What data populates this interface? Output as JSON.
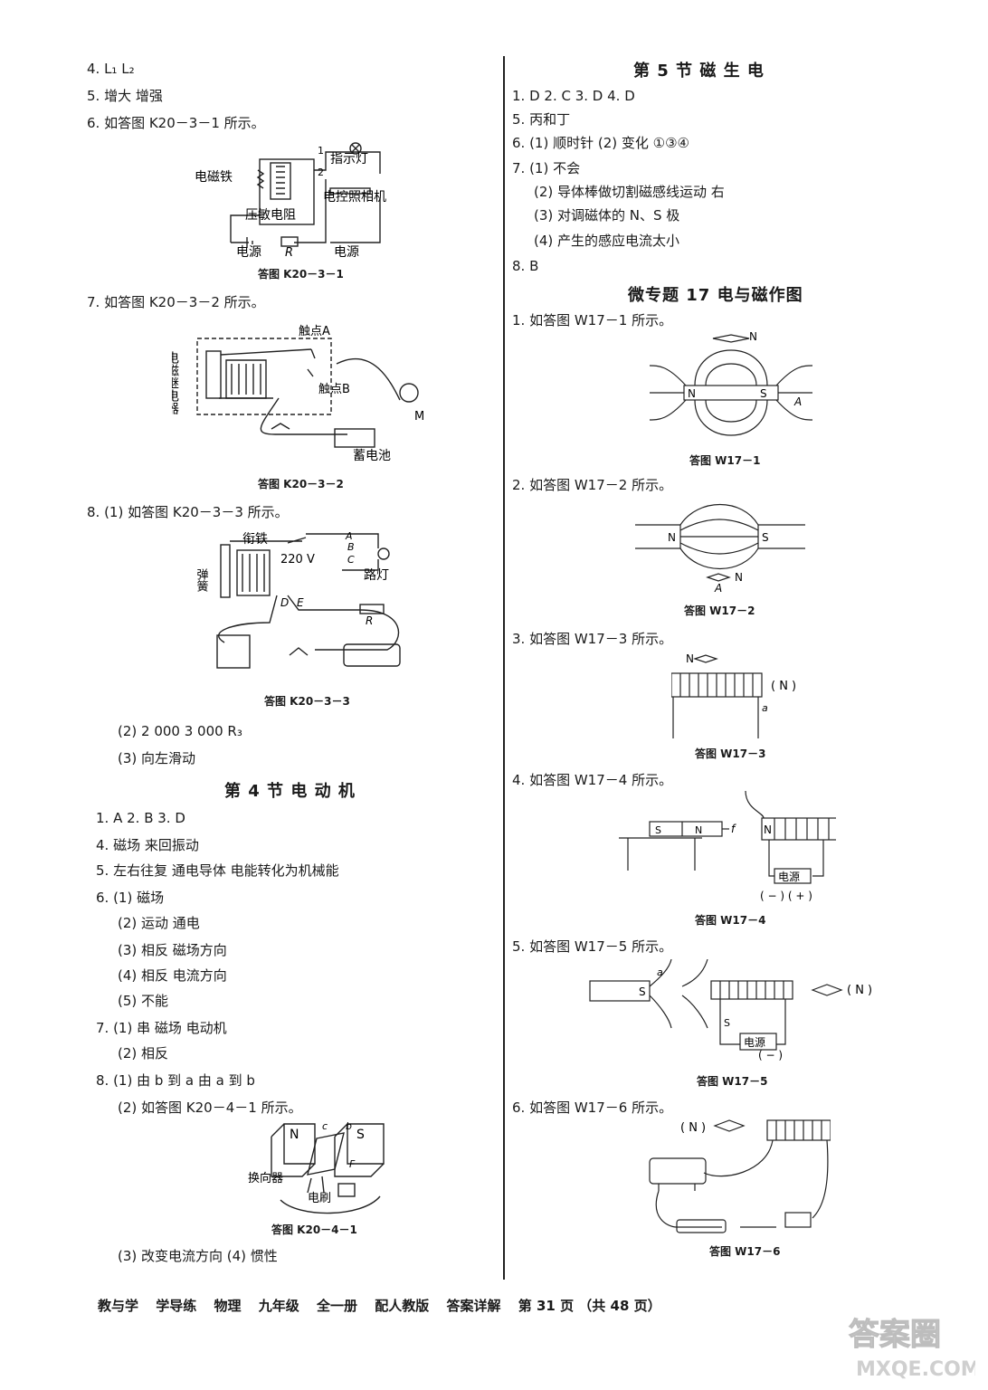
{
  "left": {
    "l1": "4. L₁   L₂",
    "l2": "5. 增大   增强",
    "l3": "6. 如答图 K20－3－1 所示。",
    "fig1": {
      "caption": "答图 K20－3－1",
      "electromagnet": "电磁铁",
      "pressure_resistor": "压敏电阻",
      "indicator": "指示灯",
      "camera": "电控照相机",
      "source1": "电源",
      "source2": "电源",
      "r": "R",
      "n1": "1",
      "n2": "2"
    },
    "l4": "7. 如答图 K20－3－2 所示。",
    "fig2": {
      "caption": "答图 K20－3－2",
      "relay": "电磁继电器",
      "contactA": "触点A",
      "contactB": "触点B",
      "battery": "蓄电池",
      "m": "M"
    },
    "l5": "8. (1) 如答图 K20－3－3 所示。",
    "fig3": {
      "caption": "答图 K20－3－3",
      "armature": "衔铁",
      "spring": "弹簧",
      "voltage": "220 V",
      "lamp": "路灯",
      "a": "A",
      "b": "B",
      "c": "C",
      "d": "D",
      "e": "E",
      "r": "R"
    },
    "l6": "(2) 2 000   3 000   R₃",
    "l7": "(3) 向左滑动",
    "sec4": "第 4 节   电   动   机",
    "m1": "1. A   2. B   3. D",
    "m2": "4. 磁场   来回振动",
    "m3": "5. 左右往复   通电导体   电能转化为机械能",
    "m4": "6. (1) 磁场",
    "m5": "(2) 运动   通电",
    "m6": "(3) 相反   磁场方向",
    "m7": "(4) 相反   电流方向",
    "m8": "(5) 不能",
    "m9": "7. (1) 串   磁场   电动机",
    "m10": "(2) 相反",
    "m11": "8. (1) 由 b 到 a   由 a 到 b",
    "m12": "(2) 如答图 K20－4－1 所示。",
    "fig4": {
      "caption": "答图 K20－4－1",
      "commutator": "换向器",
      "brush": "电刷",
      "n": "N",
      "s": "S",
      "b": "b",
      "c": "c",
      "f": "F"
    },
    "m13": "(3) 改变电流方向     (4) 惯性"
  },
  "right": {
    "sec5": "第 5 节   磁   生   电",
    "r1": "1. D   2. C   3. D   4. D",
    "r2": "5. 丙和丁",
    "r3": "6. (1) 顺时针    (2) 变化   ①③④",
    "r4": "7. (1) 不会",
    "r5": "(2) 导体棒做切割磁感线运动   右",
    "r6": "(3) 对调磁体的 N、S 极",
    "r7": "(4) 产生的感应电流太小",
    "r8": "8. B",
    "topic": "微专题 17   电与磁作图",
    "w1": "1. 如答图 W17－1 所示。",
    "wf1": {
      "caption": "答图 W17－1",
      "n": "N",
      "s": "S",
      "needle_n": "N",
      "a": "A"
    },
    "w2": "2. 如答图 W17－2 所示。",
    "wf2": {
      "caption": "答图 W17－2",
      "n": "N",
      "s": "S",
      "needle_n": "N",
      "a": "A"
    },
    "w3": "3. 如答图 W17－3 所示。",
    "wf3": {
      "caption": "答图 W17－3",
      "needle_n": "N",
      "pole": "( N )",
      "a": "a"
    },
    "w4": "4. 如答图 W17－4 所示。",
    "wf4": {
      "caption": "答图 W17－4",
      "s": "S",
      "n": "N",
      "coil_n": "N",
      "f": "f",
      "source": "电源",
      "polarity": "( − ) ( + )"
    },
    "w5": "5. 如答图 W17－5 所示。",
    "wf5": {
      "caption": "答图 W17－5",
      "s": "S",
      "a": "a",
      "coil_s": "S",
      "source": "电源",
      "pole": "( N )",
      "minus": "( − )"
    },
    "w6": "6. 如答图 W17－6 所示。",
    "wf6": {
      "caption": "答图 W17－6",
      "pole": "( N )"
    }
  },
  "footer": {
    "brand": "教与学",
    "series": "学导练",
    "subject": "物理",
    "grade": "九年级",
    "volume": "全一册",
    "edition": "配人教版",
    "section": "答案详解",
    "page": "第 31 页 （共 48 页）"
  },
  "watermark": {
    "top": "答案圈",
    "bottom": "MXQE.COM"
  }
}
